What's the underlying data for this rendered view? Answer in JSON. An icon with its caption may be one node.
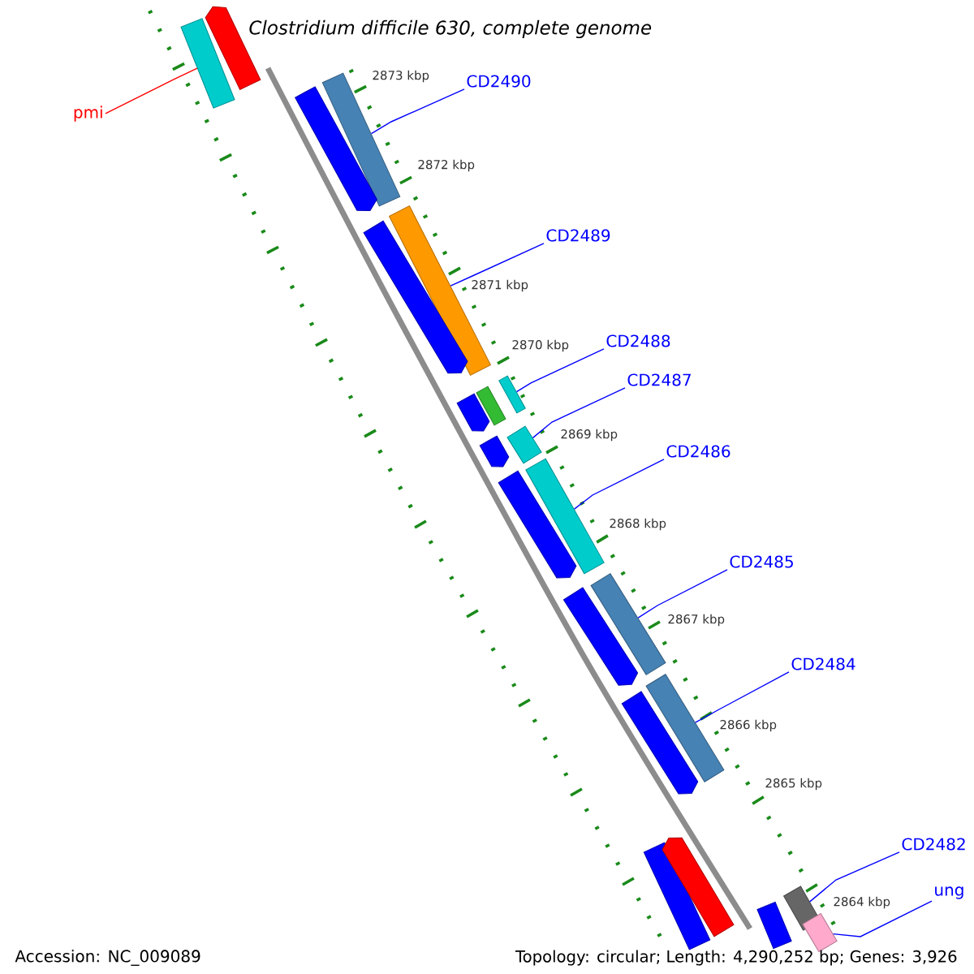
{
  "diagram": {
    "title": "Clostridium difficile 630, complete genome",
    "nodes": [
      {
        "text": [
          "pmi"
        ]
      },
      {
        "text": [],
        "shape": "bar"
      },
      {
        "text": [
          "CD2490"
        ]
      },
      {
        "text": [],
        "shape": "bar"
      },
      {
        "text": [
          "CD2489"
        ]
      },
      {
        "text": [],
        "shape": "bar"
      },
      {
        "text": [
          "CD2488"
        ]
      },
      {
        "text": [],
        "shape": "bar"
      },
      {
        "text": [
          "CD2487"
        ]
      },
      {
        "text": [],
        "shape": "bar"
      },
      {
        "text": [
          "CD2486"
        ]
      },
      {
        "text": [],
        "shape": "bar"
      },
      {
        "text": [
          "CD2485"
        ]
      },
      {
        "text": [],
        "shape": "bar"
      },
      {
        "text": [
          "CD2484"
        ]
      },
      {
        "text": [],
        "shape": "bar"
      },
      {
        "text": [
          "CD2482"
        ]
      },
      {
        "text": [],
        "shape": "bar"
      },
      {
        "text": [
          "ung"
        ]
      },
      {
        "text": [],
        "shape": "bar"
      },
      {
        "text": [],
        "shape": "arrow"
      },
      {
        "text": [],
        "shape": "arrow"
      },
      {
        "text": [],
        "shape": "arrow"
      },
      {
        "text": [],
        "shape": "bar"
      },
      {
        "text": [],
        "shape": "arrow"
      },
      {
        "text": [],
        "shape": "arrow"
      },
      {
        "text": [],
        "shape": "arrow"
      },
      {
        "text": [],
        "shape": "arrow"
      },
      {
        "text": [],
        "shape": "arrow"
      },
      {
        "text": [],
        "shape": "bar"
      },
      {
        "text": [],
        "shape": "arrow"
      },
      {
        "text": [],
        "shape": "bar"
      }
    ],
    "edges": [
      {
        "from": 0,
        "to": 1,
        "arrow": "none",
        "color": "#ff0000"
      },
      {
        "from": 2,
        "to": 3,
        "arrow": "none"
      },
      {
        "from": 4,
        "to": 5,
        "arrow": "none"
      },
      {
        "from": 6,
        "to": 7,
        "arrow": "none"
      },
      {
        "from": 8,
        "to": 9,
        "arrow": "none"
      },
      {
        "from": 10,
        "to": 11,
        "arrow": "none"
      },
      {
        "from": 12,
        "to": 13,
        "arrow": "none"
      },
      {
        "from": 14,
        "to": 15,
        "arrow": "none"
      },
      {
        "from": 16,
        "to": 17,
        "arrow": "none"
      },
      {
        "from": 18,
        "to": 19,
        "arrow": "none"
      }
    ],
    "labels": [
      "2873 kbp",
      "2872 kbp",
      "2871 kbp",
      "2870 kbp",
      "2869 kbp",
      "2868 kbp",
      "2867 kbp",
      "2866 kbp",
      "2865 kbp",
      "2864 kbp",
      "Accession: NC_009089",
      "Topology: circular; Length: 4,290,252 bp; Genes: 3,926"
    ]
  }
}
